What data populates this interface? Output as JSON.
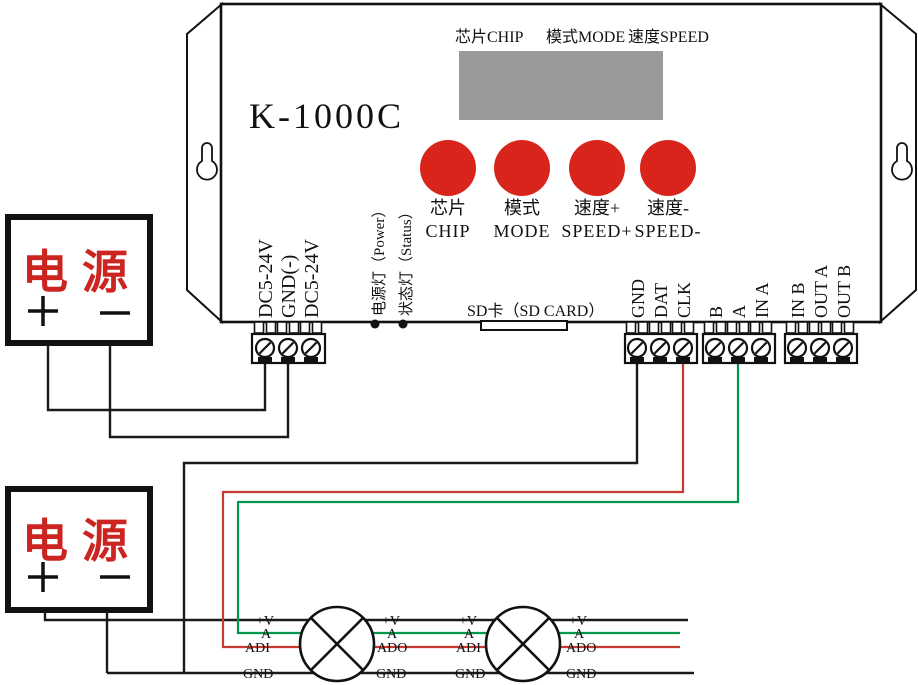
{
  "title": "K-1000C LED controller wiring diagram",
  "controller": {
    "model": "K-1000C",
    "display_header": [
      "芯片CHIP",
      "模式MODE",
      "速度SPEED"
    ],
    "buttons": [
      {
        "cn": "芯片",
        "en": "CHIP"
      },
      {
        "cn": "模式",
        "en": "MODE"
      },
      {
        "cn": "速度+",
        "en": "SPEED+"
      },
      {
        "cn": "速度-",
        "en": "SPEED-"
      }
    ],
    "left_terminals": [
      "DC5-24V",
      "GND(-)",
      "DC5-24V"
    ],
    "indicator_labels": [
      "电源灯（Power）",
      "状态灯（Status）"
    ],
    "sd_slot_label": "SD卡（SD CARD）",
    "terminal_block_1": [
      "GND",
      "DAT",
      "CLK"
    ],
    "terminal_block_2": [
      "B",
      "A",
      "IN A"
    ],
    "terminal_block_3": [
      "IN B",
      "OUT A",
      "OUT B"
    ]
  },
  "power_supply": {
    "label": "电源",
    "plus": "+",
    "minus": "−"
  },
  "pixel_wire_labels": {
    "input": [
      "+V",
      "A",
      "ADI",
      "GND"
    ],
    "output": [
      "+V",
      "A",
      "ADO",
      "GND"
    ]
  },
  "colors": {
    "button_red": "#d9241b",
    "screen_gray": "#9a9a9a",
    "psu_text_red": "#cc2420",
    "wire_red": "#c63a31",
    "wire_green": "#00984d",
    "wire_black": "#1a1a1a"
  }
}
